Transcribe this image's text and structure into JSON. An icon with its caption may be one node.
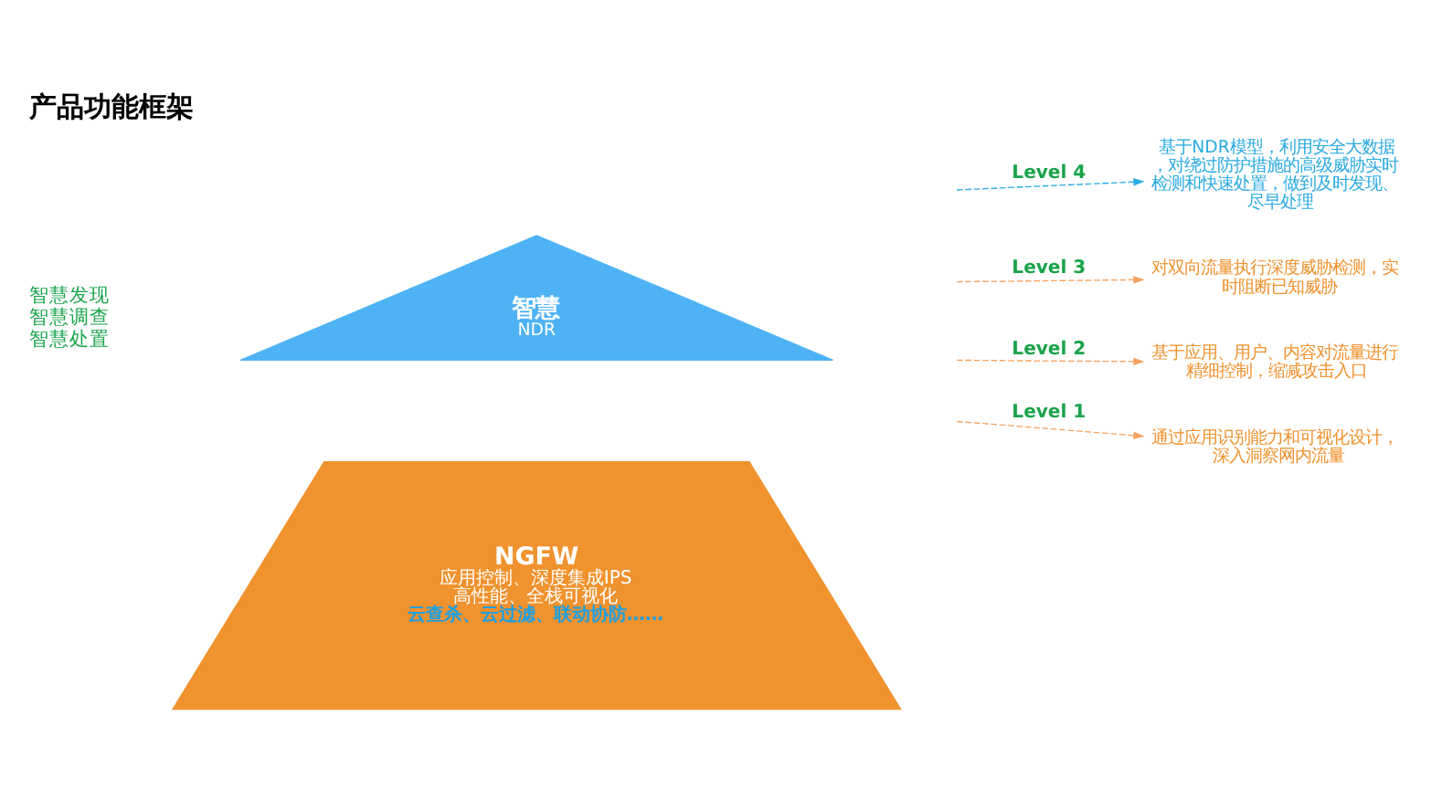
{
  "diagram": {
    "title": "产品功能框架",
    "nodes": [
      {
        "text": [
          "智慧",
          "NDR"
        ]
      },
      {
        "text": [
          "NGFW",
          "应用控制、深度集成IPS",
          "高性能、全栈可视化",
          "云查杀、云过滤、联动协防……"
        ]
      },
      {
        "text": [
          "基于NDR模型，利用安全大数据，对绕过防护措施的高级威胁实时检测和快速处置，做到及时发现、尽早处理"
        ]
      },
      {
        "text": [
          "对双向流量执行深度威胁检测，实时阻断已知威胁"
        ]
      },
      {
        "text": [
          "基于应用、用户、内容对流量进行精细控制，缩减攻击入口"
        ]
      },
      {
        "text": [
          "通过应用识别能力和可视化设计，深入洞察网内流量"
        ]
      }
    ],
    "edges": [
      {
        "from": null,
        "to": 2,
        "arrow": "to",
        "label": "Level 4",
        "style": "dashed",
        "color": "#29aae1"
      },
      {
        "from": null,
        "to": 3,
        "arrow": "to",
        "label": "Level 3",
        "style": "dashed"
      },
      {
        "from": null,
        "to": 4,
        "arrow": "to",
        "label": "Level 2",
        "style": "dashed"
      },
      {
        "from": null,
        "to": 5,
        "arrow": "to",
        "label": "Level 1",
        "style": "dashed"
      }
    ],
    "labels": [
      "智慧发现",
      "智慧调查",
      "智慧处置"
    ]
  }
}
